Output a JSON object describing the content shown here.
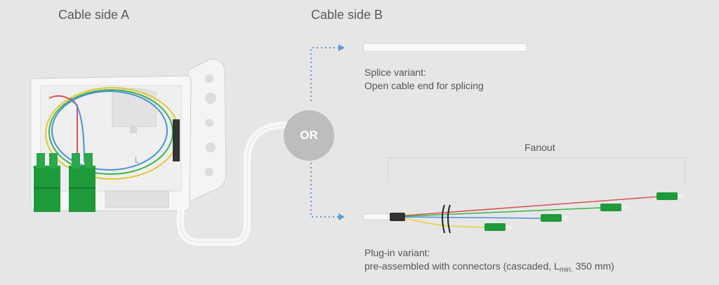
{
  "cable_side_a": "Cable side A",
  "cable_side_b": "Cable side B",
  "or_label": "OR",
  "splice": {
    "line1": "Splice variant:",
    "line2": "Open cable end for splicing"
  },
  "fanout_label": "Fanout",
  "plugin": {
    "line1": "Plug-in variant:",
    "line2_prefix": "pre-assembled with connectors (cascaded, L",
    "line2_sub": "min.",
    "line2_suffix": " 350 mm)"
  },
  "colors": {
    "background": "#e6e6e6",
    "arrow": "#5b9bd5",
    "connector_green": "#1f9a3a",
    "fiber_red": "#d9534f",
    "fiber_green": "#3cb44b",
    "fiber_blue": "#4a90d9",
    "fiber_yellow": "#e8d23a"
  }
}
